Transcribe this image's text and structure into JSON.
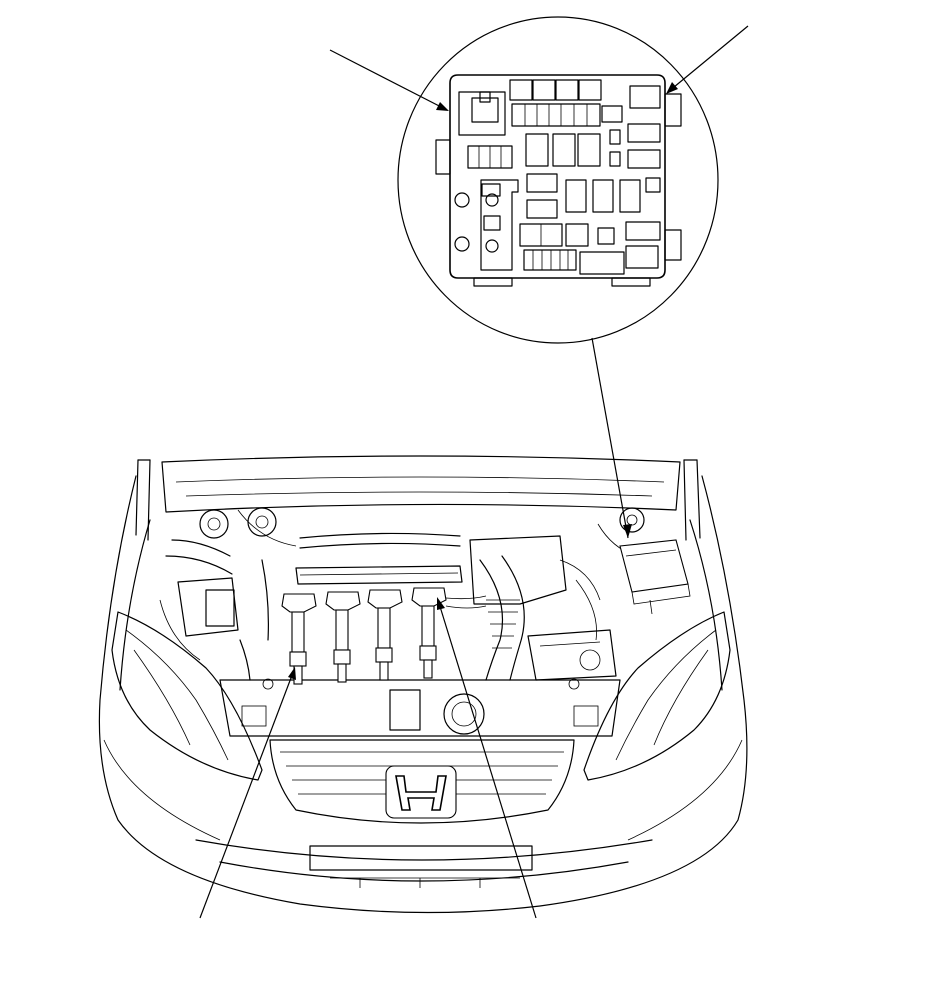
{
  "diagram": {
    "stroke_color": "#000000",
    "background_color": "#ffffff",
    "callouts": [
      {
        "id": "connector-a",
        "label": ""
      },
      {
        "id": "connector-b",
        "label": ""
      },
      {
        "id": "spark-plug-1",
        "label": ""
      },
      {
        "id": "spark-plug-4",
        "label": ""
      }
    ]
  }
}
